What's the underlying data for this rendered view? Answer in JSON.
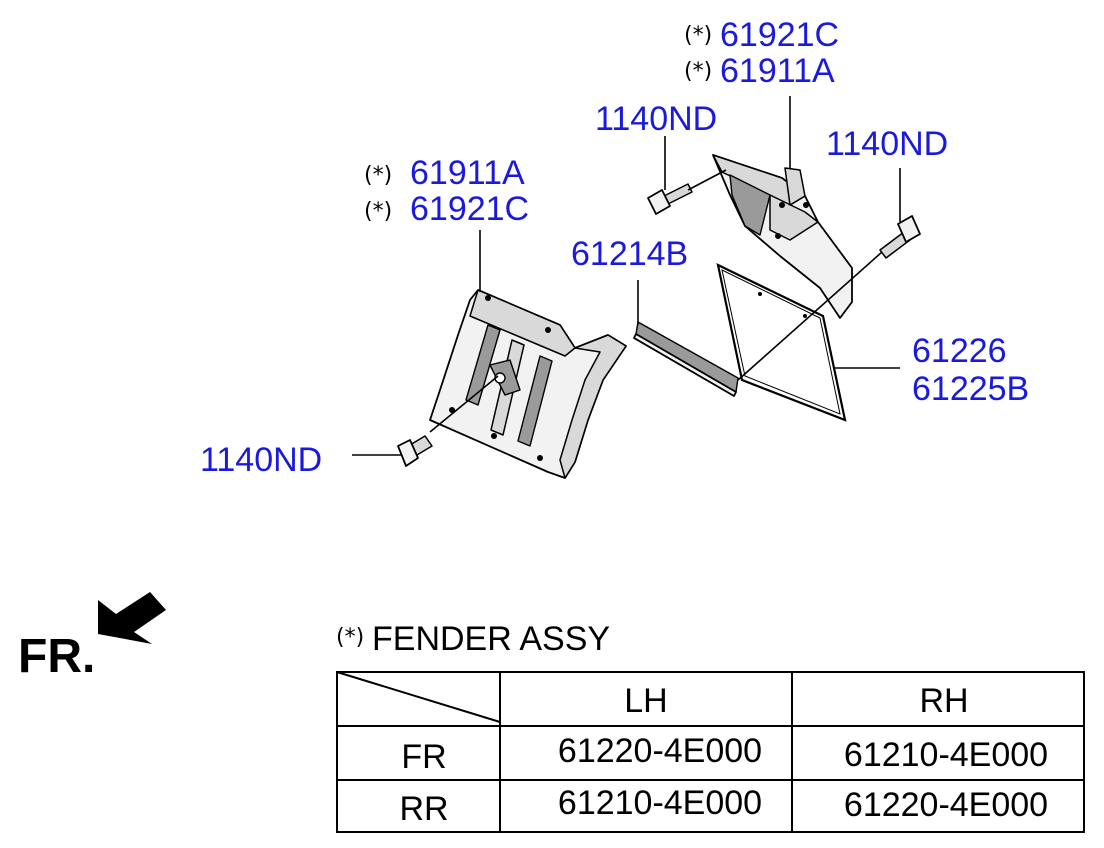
{
  "callouts": {
    "top_right_upper": {
      "marker": "(*)",
      "code": "61921C"
    },
    "top_right_lower": {
      "marker": "(*)",
      "code": "61911A"
    },
    "bolt_top_left": "1140ND",
    "bolt_top_right": "1140ND",
    "left_upper": {
      "marker": "(*)",
      "code": "61911A"
    },
    "left_lower": {
      "marker": "(*)",
      "code": "61921C"
    },
    "strip": "61214B",
    "flap_upper": "61226",
    "flap_lower": "61225B",
    "bolt_left": "1140ND"
  },
  "direction": {
    "label": "FR.",
    "arrow_icon": "front-direction-arrow-icon"
  },
  "fender_table": {
    "title_marker": "(*)",
    "title": "FENDER ASSY",
    "columns": [
      "LH",
      "RH"
    ],
    "rows": [
      {
        "label": "FR",
        "lh": "61220-4E000",
        "rh": "61210-4E000"
      },
      {
        "label": "RR",
        "lh": "61210-4E000",
        "rh": "61220-4E000"
      }
    ]
  },
  "colors": {
    "callout_text": "#1a1adc",
    "line_art": "#000000",
    "part_fill": "#f2f2f2"
  }
}
